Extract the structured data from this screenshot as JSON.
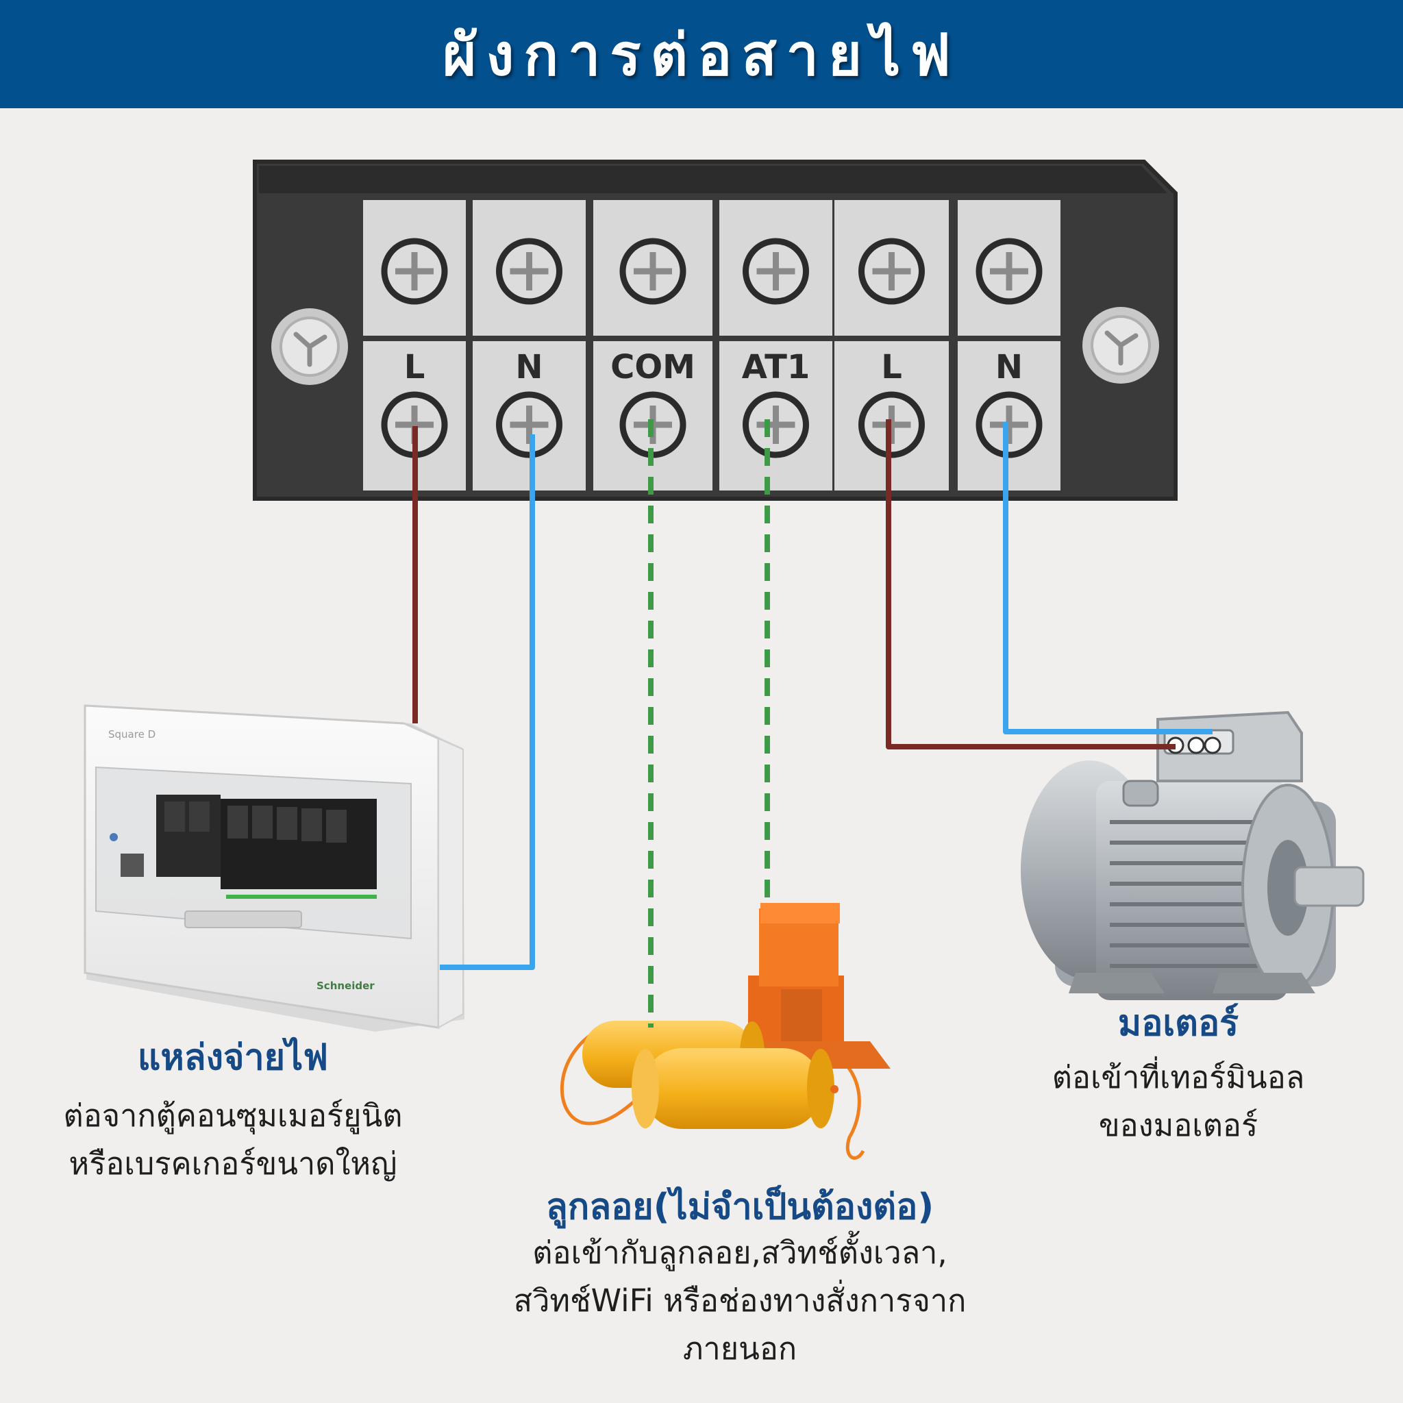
{
  "title": "ผังการต่อสายไฟ",
  "terminals": [
    {
      "label": "L"
    },
    {
      "label": "N"
    },
    {
      "label": "COM"
    },
    {
      "label": "AT1"
    },
    {
      "label": "L"
    },
    {
      "label": "N"
    }
  ],
  "wire_colors": {
    "live": "#7a2a25",
    "neutral": "#3aa4ee",
    "signal": "#3e9a47"
  },
  "devices": {
    "power": {
      "title": "แหล่งจ่ายไฟ",
      "lines": [
        "ต่อจากตู้คอนซุมเมอร์ยูนิต",
        "หรือเบรคเกอร์ขนาดใหญ่"
      ],
      "panel_brand": "Square D",
      "panel_maker": "Schneider"
    },
    "float": {
      "title": "ลูกลอย(ไม่จำเป็นต้องต่อ)",
      "lines": [
        "ต่อเข้ากับลูกลอย,สวิทช์ตั้งเวลา,",
        "สวิทช์WiFi หรือช่องทางสั่งการจาก",
        "ภายนอก"
      ]
    },
    "motor": {
      "title": "มอเตอร์",
      "lines": [
        "ต่อเข้าที่เทอร์มินอล",
        "ของมอเตอร์"
      ]
    }
  }
}
